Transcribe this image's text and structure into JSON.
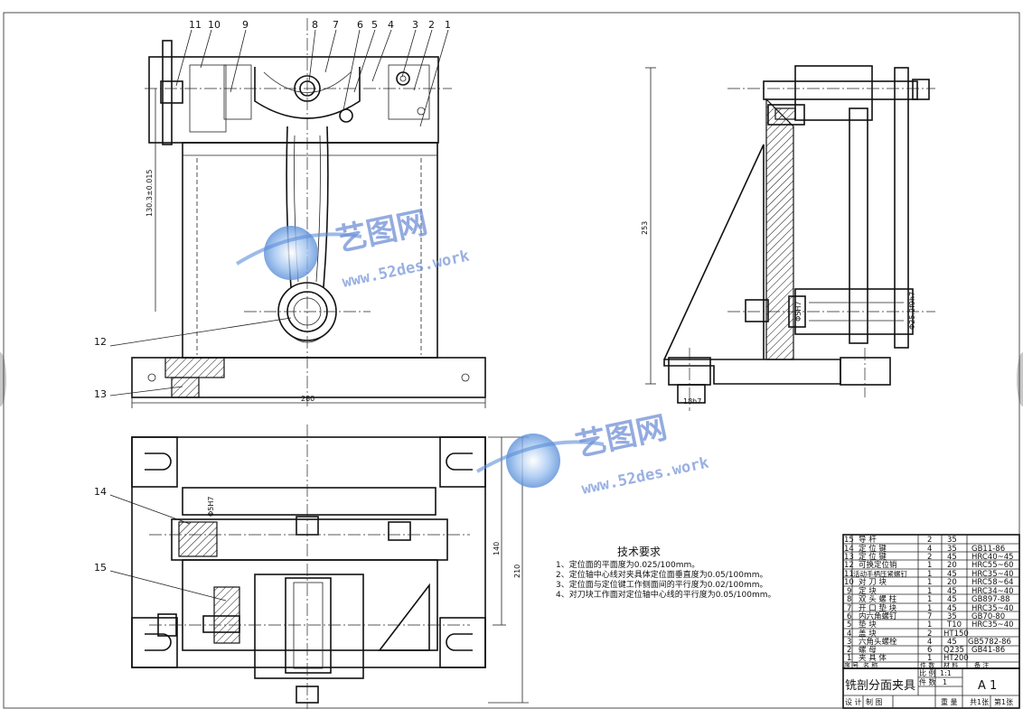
{
  "callouts": {
    "top": [
      "11",
      "10",
      "9",
      "8",
      "7",
      "6",
      "5",
      "4",
      "3",
      "2",
      "1"
    ],
    "side_12": "12",
    "side_13": "13",
    "side_14": "14",
    "side_15": "15"
  },
  "dimensions": {
    "front_width": "280",
    "front_height": "130.3±0.015",
    "side_height": "253",
    "side_pin": "Φ25.2f9h7",
    "side_base": "18h7",
    "side_small": "Φ5H7",
    "plan_140": "140",
    "plan_210": "210",
    "plan_hole": "Φ5H7"
  },
  "requirements": {
    "title": "技术要求",
    "items": [
      "1、定位面的平面度为0.025/100mm。",
      "2、定位轴中心线对夹具体定位面垂直度为0.05/100mm。",
      "3、定位面与定位键工作侧面间的平行度为0.02/100mm。",
      "4、对刀块工作面对定位轴中心线的平行度为0.05/100mm。"
    ]
  },
  "bom": {
    "rows": [
      {
        "no": "15",
        "name": "导  杆",
        "qty": "2",
        "mat": "35",
        "note": ""
      },
      {
        "no": "14",
        "name": "定 位 键",
        "qty": "4",
        "mat": "35",
        "note": "GB11-86"
      },
      {
        "no": "13",
        "name": "定 位 键",
        "qty": "2",
        "mat": "45",
        "note": "HRC40~45"
      },
      {
        "no": "12",
        "name": "可换定位销",
        "qty": "1",
        "mat": "20",
        "note": "HRC55~60"
      },
      {
        "no": "11",
        "name": "活动手柄压紧螺钉",
        "qty": "1",
        "mat": "45",
        "note": "HRC35~40"
      },
      {
        "no": "10",
        "name": "对  刀 块",
        "qty": "1",
        "mat": "20",
        "note": "HRC58~64"
      },
      {
        "no": "9",
        "name": "定    块",
        "qty": "1",
        "mat": "45",
        "note": "HRC34~40"
      },
      {
        "no": "8",
        "name": "双 头 螺 柱",
        "qty": "1",
        "mat": "45",
        "note": "GB897-88"
      },
      {
        "no": "7",
        "name": "开 口 垫 块",
        "qty": "1",
        "mat": "45",
        "note": "HRC35~40"
      },
      {
        "no": "6",
        "name": "内六角螺钉",
        "qty": "7",
        "mat": "35",
        "note": "GB70-80"
      },
      {
        "no": "5",
        "name": "垫    块",
        "qty": "1",
        "mat": "T10",
        "note": "HRC35~40"
      },
      {
        "no": "4",
        "name": "盖    块",
        "qty": "2",
        "mat": "HT150",
        "note": ""
      },
      {
        "no": "3",
        "name": "六角头螺栓",
        "qty": "4",
        "mat": "45",
        "note": "GB5782-86"
      },
      {
        "no": "2",
        "name": "螺    母",
        "qty": "6",
        "mat": "Q235",
        "note": "GB41-86"
      },
      {
        "no": "1",
        "name": "夹 具 体",
        "qty": "1",
        "mat": "HT200",
        "note": ""
      }
    ],
    "header": {
      "no": "序 号",
      "name": "名    称",
      "qty": "件 数",
      "mat": "材 料",
      "note": "备    注"
    }
  },
  "title_block": {
    "title": "铣剖分面夹具",
    "scale_label": "比 例",
    "scale": "1:1",
    "count_label": "件 数",
    "count": "1",
    "drawing_no": "A 1",
    "design_label": "设  计",
    "drawn_label": "制  图",
    "weight_label": "重 量",
    "sheets_total": "共1张",
    "sheet_no": "第1张"
  },
  "watermark": {
    "name": "艺图网",
    "url": "www.52des.work"
  }
}
